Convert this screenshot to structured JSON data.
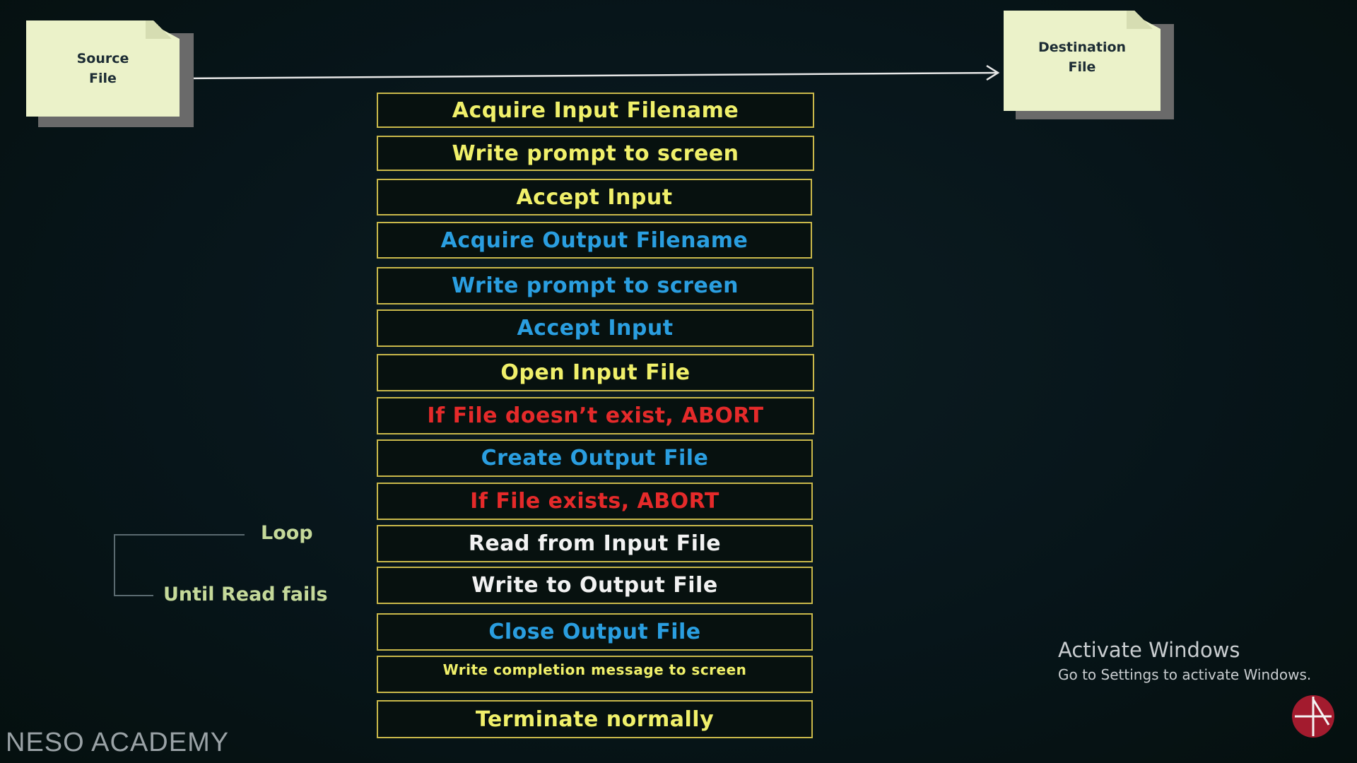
{
  "source_file": {
    "label": "Source\nFile"
  },
  "destination_file": {
    "label": "Destination\nFile"
  },
  "steps": [
    {
      "text": "Acquire Input Filename",
      "color": "#f0f06a"
    },
    {
      "text": "Write prompt to screen",
      "color": "#f0f06a"
    },
    {
      "text": "Accept Input",
      "color": "#f0f06a"
    },
    {
      "text": "Acquire Output Filename",
      "color": "#2a9ee0"
    },
    {
      "text": "Write prompt to screen",
      "color": "#2a9ee0"
    },
    {
      "text": "Accept Input",
      "color": "#2a9ee0"
    },
    {
      "text": "Open Input File",
      "color": "#f0f06a"
    },
    {
      "text": "If File doesn’t exist, ABORT",
      "color": "#e52a2a"
    },
    {
      "text": "Create Output File",
      "color": "#2a9ee0"
    },
    {
      "text": "If File exists, ABORT",
      "color": "#e52a2a"
    },
    {
      "text": "Read from Input File",
      "color": "#f2f2f2"
    },
    {
      "text": "Write to Output File",
      "color": "#f2f2f2"
    },
    {
      "text": "Close Output File",
      "color": "#2a9ee0"
    },
    {
      "text": "Write completion message to screen",
      "color": "#f0f06a"
    },
    {
      "text": "Terminate normally",
      "color": "#f0f06a"
    }
  ],
  "loop": {
    "label": "Loop",
    "until_label": "Until Read fails"
  },
  "watermark": {
    "title": "Activate Windows",
    "subtitle": "Go to Settings to activate Windows."
  },
  "brand": {
    "text": "NESO ACADEMY"
  },
  "colors": {
    "background": "#07151a",
    "box_border": "#c9b84a",
    "doc_fill": "#ebf2c9"
  }
}
